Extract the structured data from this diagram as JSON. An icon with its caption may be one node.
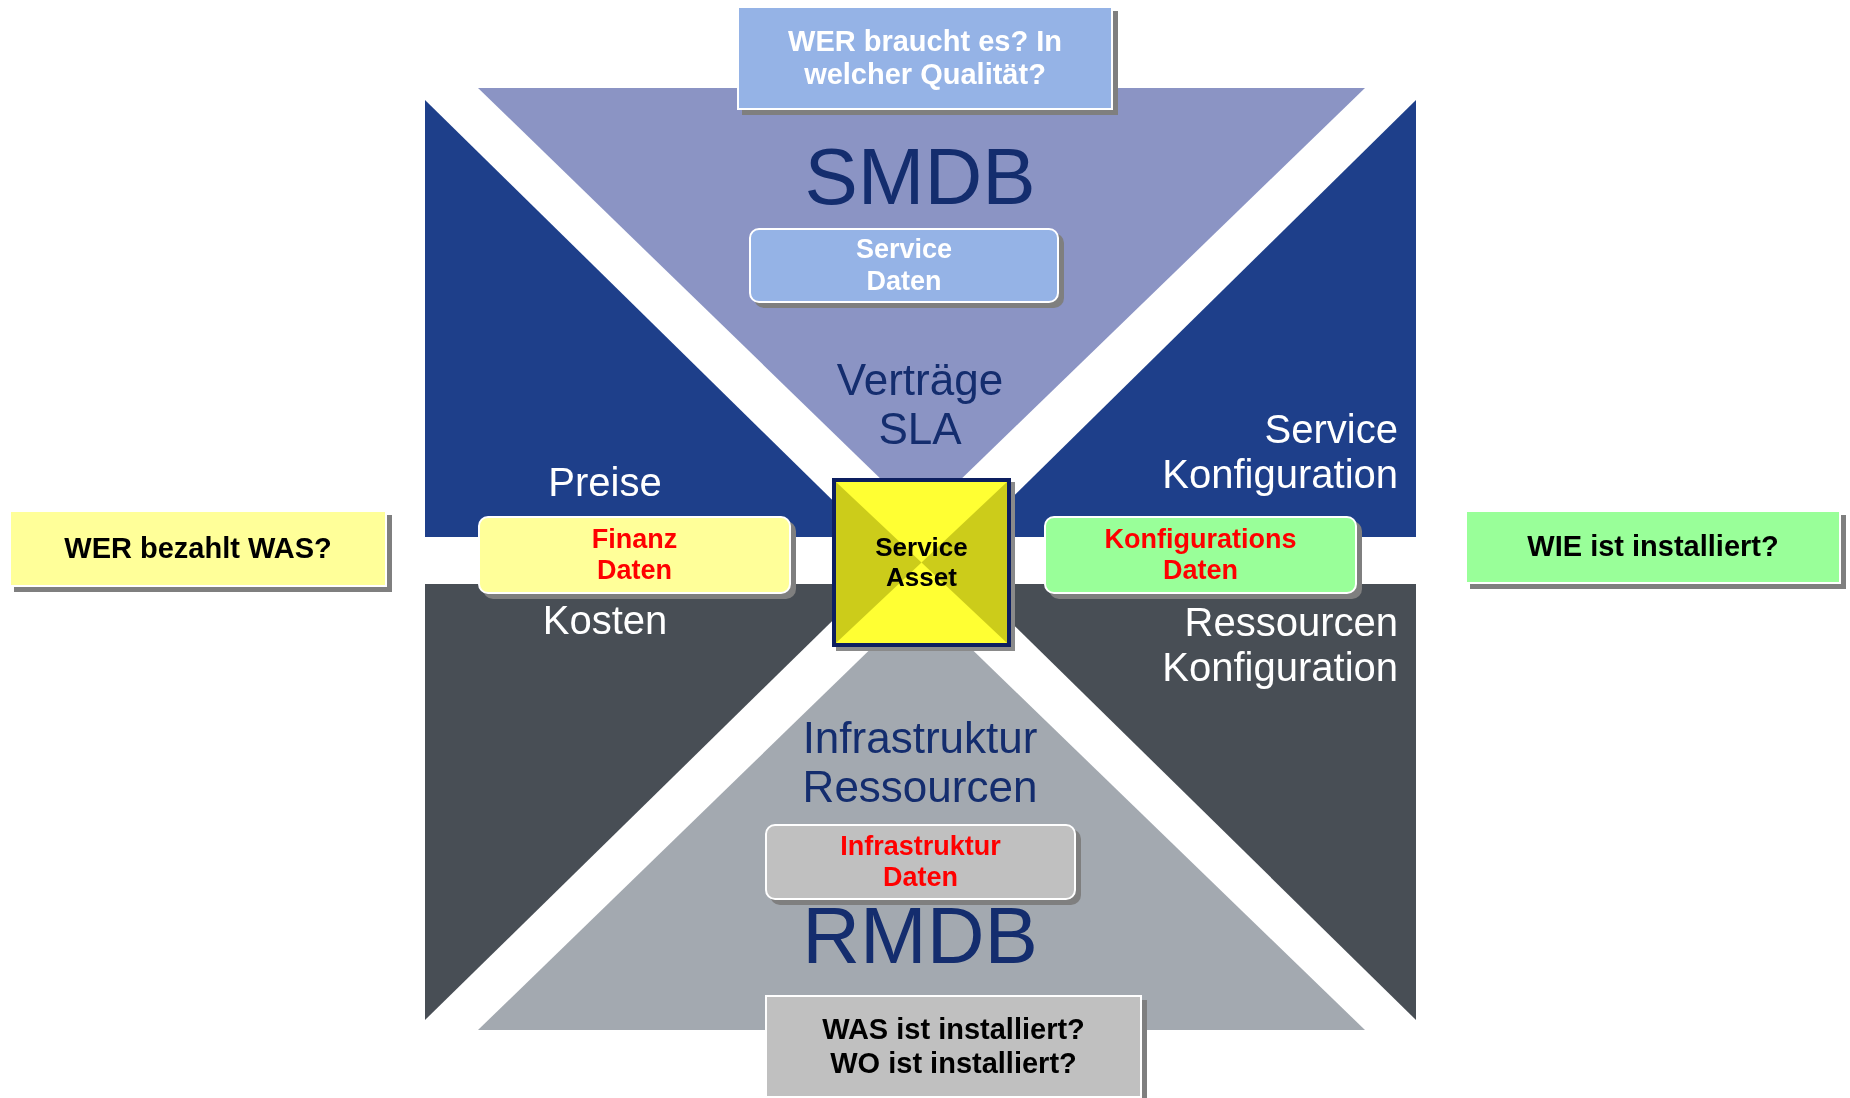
{
  "diagram": {
    "nodes": [
      {
        "text": [
          "WER braucht es? In welcher Qualität?"
        ]
      },
      {
        "text": [
          "SMDB",
          "Verträge SLA"
        ]
      },
      {
        "text": [
          "Service Daten"
        ],
        "in": 1
      },
      {
        "text": [
          "Preise"
        ]
      },
      {
        "text": [
          "Service Konfiguration"
        ]
      },
      {
        "text": [
          "WER bezahlt WAS?"
        ]
      },
      {
        "text": [
          "Finanz Daten"
        ]
      },
      {
        "text": [
          "Service Asset"
        ]
      },
      {
        "text": [
          "Konfigurations Daten"
        ]
      },
      {
        "text": [
          "WIE ist installiert?"
        ]
      },
      {
        "text": [
          "Kosten"
        ]
      },
      {
        "text": [
          "Ressourcen Konfiguration"
        ]
      },
      {
        "text": [
          "Infrastruktur Ressourcen",
          "RMDB"
        ]
      },
      {
        "text": [
          "Infrastruktur Daten"
        ],
        "in": 12
      },
      {
        "text": [
          "WAS ist installiert? WO ist installiert?"
        ]
      }
    ],
    "edges": []
  }
}
